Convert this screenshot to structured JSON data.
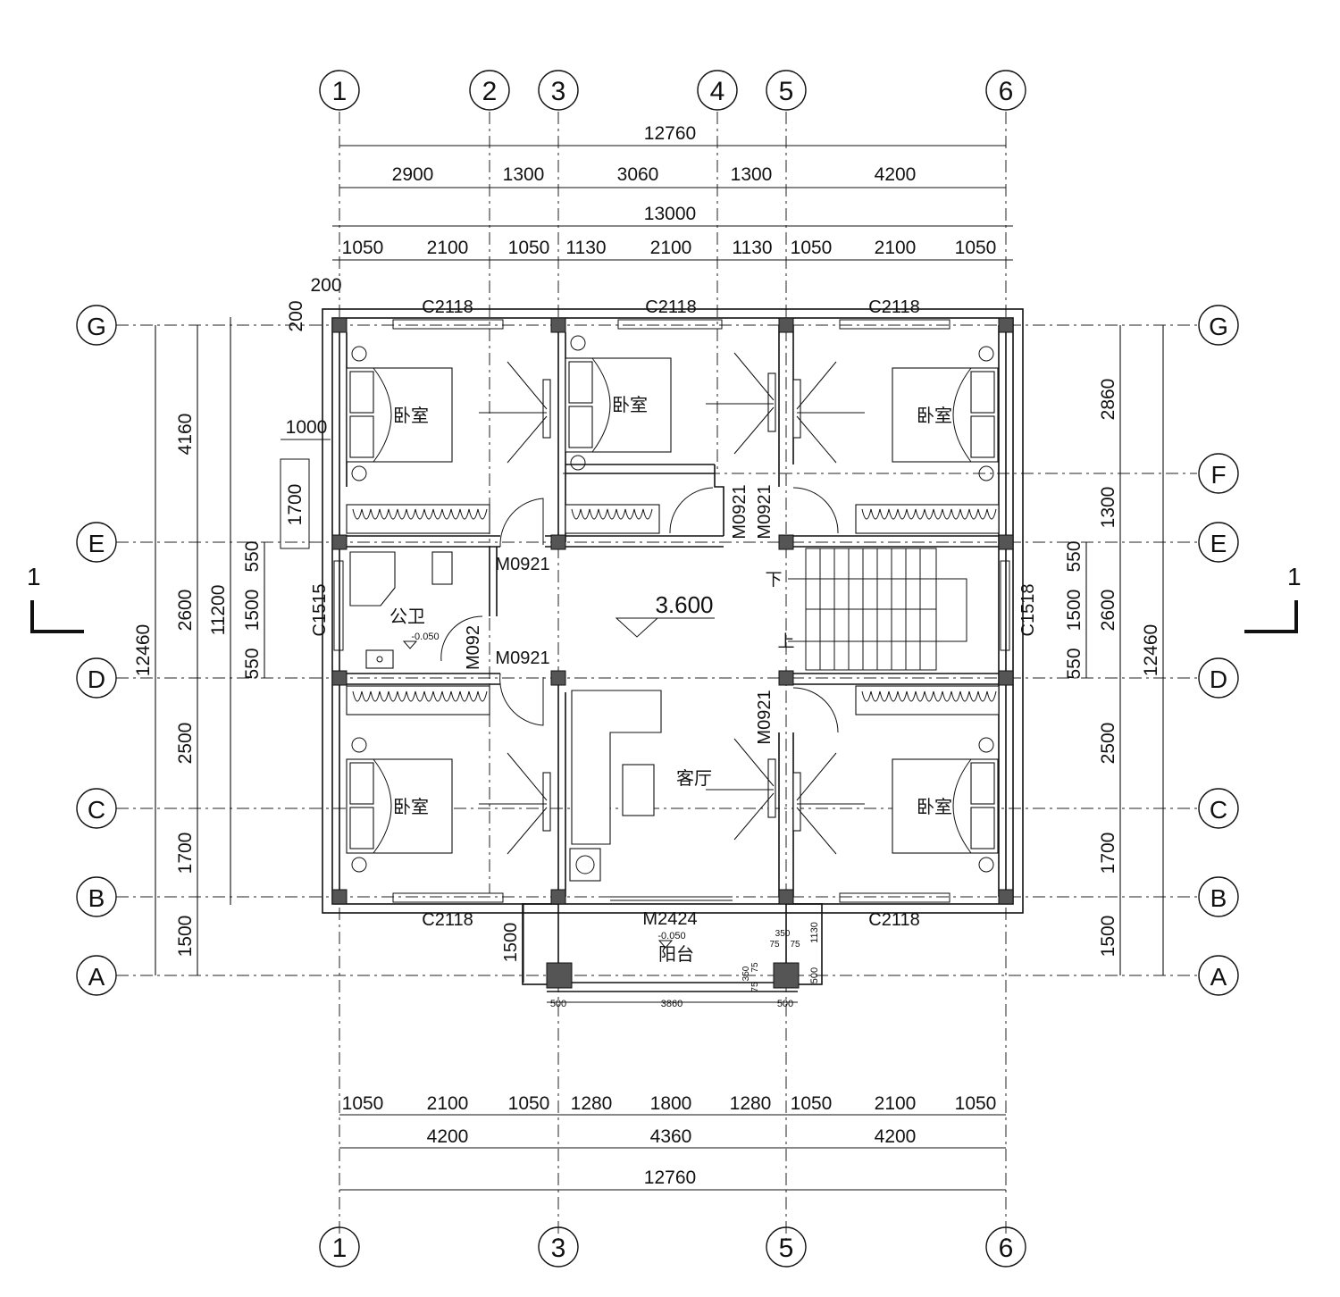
{
  "axes": {
    "columns_top": [
      "1",
      "2",
      "3",
      "4",
      "5",
      "6"
    ],
    "columns_bottom": [
      "1",
      "3",
      "5",
      "6"
    ],
    "rows": [
      "G",
      "F",
      "E",
      "D",
      "C",
      "B",
      "A"
    ]
  },
  "section_mark": {
    "left": "1",
    "right": "1"
  },
  "dimensions": {
    "top_total_1": "12760",
    "top_spans": [
      "2900",
      "1300",
      "3060",
      "1300",
      "4200"
    ],
    "top_total_2": "13000",
    "top_openings": [
      "1050",
      "2100",
      "1050",
      "1130",
      "2100",
      "1130",
      "1050",
      "2100",
      "1050"
    ],
    "offset_200_a": "200",
    "offset_200_b": "200",
    "bottom_openings": [
      "1050",
      "2100",
      "1050",
      "1280",
      "1800",
      "1280",
      "1050",
      "2100",
      "1050"
    ],
    "bottom_spans": [
      "4200",
      "4360",
      "4200"
    ],
    "bottom_total": "12760",
    "left_spans": [
      "4160",
      "2600",
      "2500",
      "1700",
      "1500"
    ],
    "left_total_outer": "12460",
    "left_total_inner": "11200",
    "left_window": [
      "550",
      "1500",
      "550"
    ],
    "left_bay_width": "1000",
    "left_bay_depth": "1700",
    "right_spans": [
      "2860",
      "1300",
      "2600",
      "2500",
      "1700",
      "1500"
    ],
    "right_window": [
      "550",
      "1500",
      "550"
    ],
    "right_total": "12460",
    "balcony_depth": "1500",
    "balcony_bottom": [
      "500",
      "3860",
      "500"
    ],
    "balcony_small": [
      "350",
      "75",
      "75",
      "350",
      "75",
      "75",
      "1130",
      "500"
    ]
  },
  "labels": {
    "window_top": "C2118",
    "window_bottom": "C2118",
    "window_left": "C1515",
    "window_right": "C1518",
    "door": "M0921",
    "door_partial": "M092",
    "door_main": "M2424",
    "elevation": "3.600",
    "elev_wc": "-0.050",
    "elev_balcony": "-0.050",
    "bedroom": "卧室",
    "wc": "公卫",
    "living": "客厅",
    "balcony": "阳台",
    "stair_down": "下",
    "stair_up": "上"
  }
}
